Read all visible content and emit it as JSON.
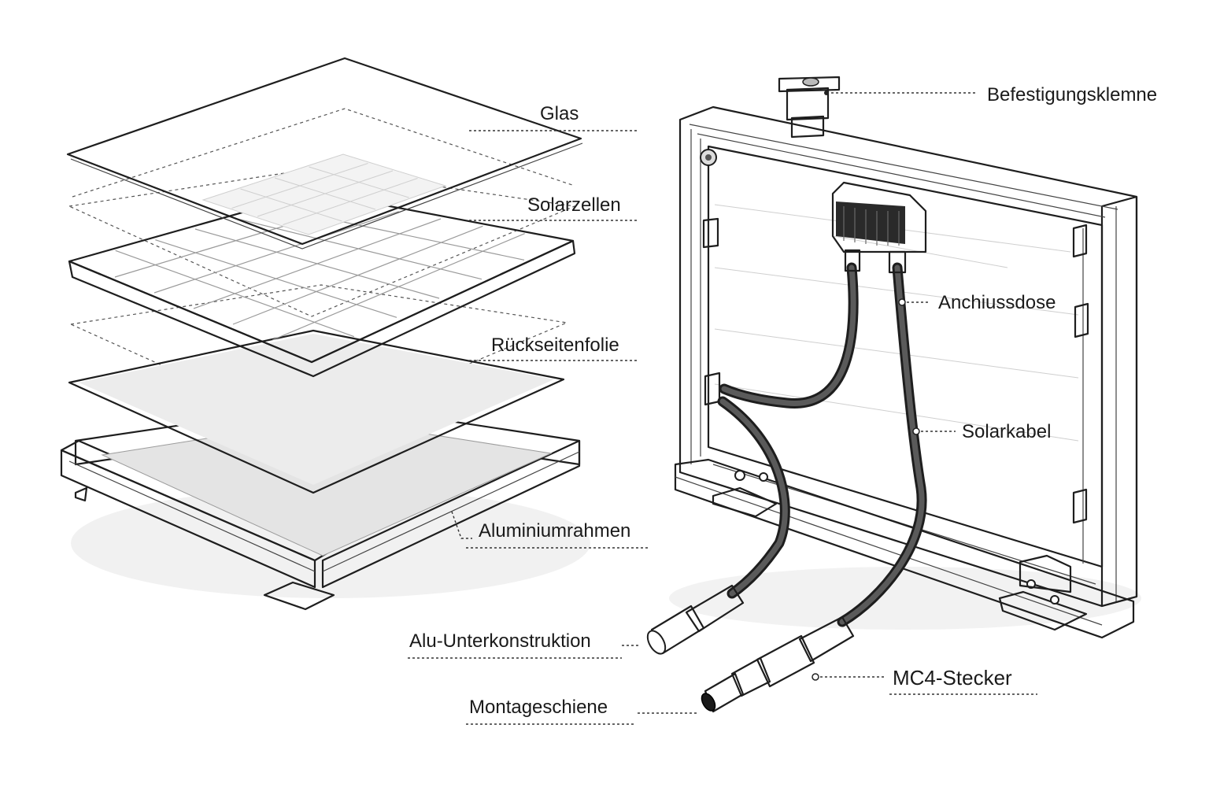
{
  "labels": {
    "glas": "Glas",
    "solarzellen": "Solarzellen",
    "rueckseitenfolie": "Rückseitenfolie",
    "aluminiumrahmen": "Aluminiumrahmen",
    "alu_unterkonstruktion": "Alu-Unterkonstruktion",
    "montageschiene": "Montageschiene",
    "befestigungsklemme": "Befestigungsklemne",
    "anschlussdose": "Anchiussdose",
    "solarkabel": "Solarkabel",
    "mc4_stecker": "MC4-Stecker"
  },
  "colors": {
    "line": "#1e1e1e",
    "cell": "#2b2b2b",
    "aluminium": "#e6e6e6",
    "connector_orange": "#e07a2a",
    "backsheet": "#f2f2f2"
  }
}
